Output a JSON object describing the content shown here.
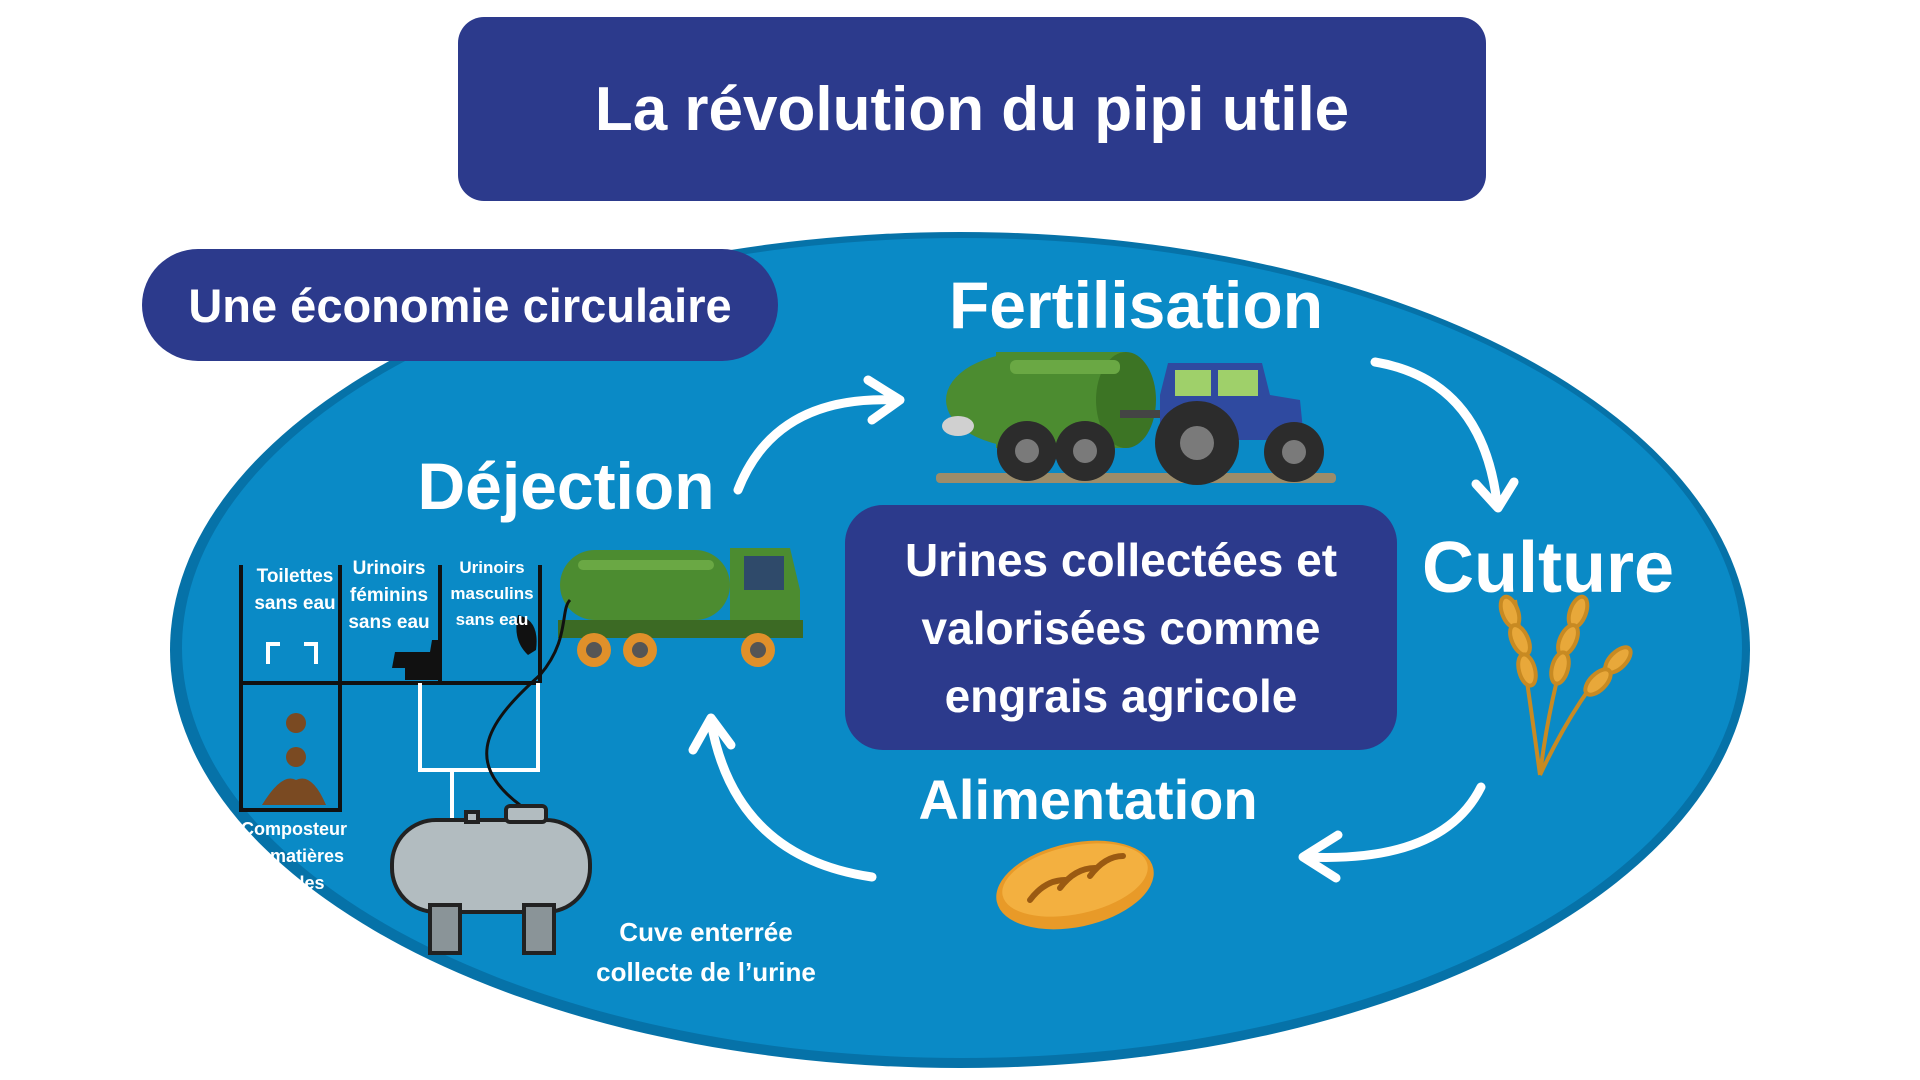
{
  "title": "La révolution du pipi utile",
  "subtitle": "Une économie circulaire",
  "center_text": "Urines collectées et valorisées comme engrais agricole",
  "stages": {
    "fertilisation": "Fertilisation",
    "culture": "Culture",
    "alimentation": "Alimentation",
    "dejection": "Déjection"
  },
  "installation": {
    "toilettes": [
      "Toilettes",
      "sans eau"
    ],
    "urinoirs_feminins": [
      "Urinoirs",
      "féminins",
      "sans eau"
    ],
    "urinoirs_masculins": [
      "Urinoirs",
      "masculins",
      "sans eau"
    ],
    "composteur": [
      "Composteur",
      "de matières",
      "fécales"
    ],
    "cuve": [
      "Cuve enterrée",
      "collecte de l’urine"
    ]
  },
  "colors": {
    "navy": "#2c3a8c",
    "ellipse": "#0a8ac6",
    "ellipse_dark": "#0672a8",
    "white": "#ffffff"
  },
  "icons": [
    "tractor-icon",
    "tank-trailer-icon",
    "wheat-icon",
    "bread-icon",
    "tanker-truck-icon",
    "toilet-icon",
    "urinal-icon",
    "compost-icon",
    "underground-tank-icon"
  ]
}
